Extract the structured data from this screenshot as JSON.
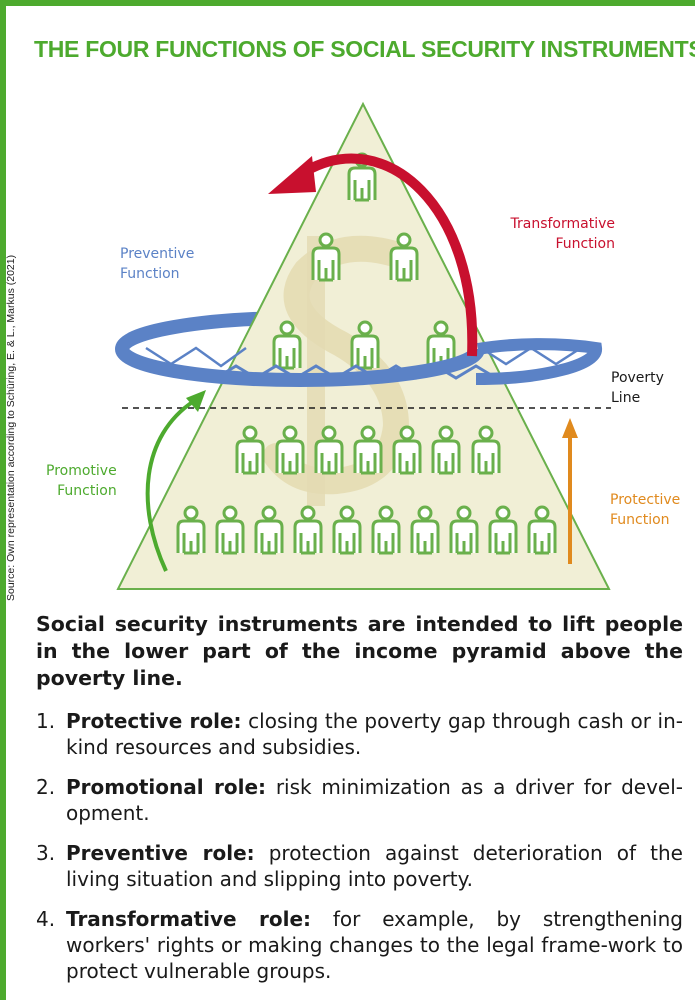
{
  "title": "THE FOUR FUNCTIONS OF SOCIAL SECURITY INSTRUMENTS",
  "source": "Source: Own representation according to Schüring, E. & L., Markus (2021)",
  "diagram": {
    "preventive_label": [
      "Preventive",
      "Function"
    ],
    "transformative_label": [
      "Transformative",
      "Function"
    ],
    "poverty_line_label": [
      "Poverty",
      "Line"
    ],
    "promotive_label": [
      "Promotive",
      "Function"
    ],
    "protective_label": [
      "Protective",
      "Function"
    ],
    "people_rows": [
      1,
      2,
      3,
      7,
      10
    ],
    "colors": {
      "preventive": "#5b82c6",
      "transformative": "#c8102e",
      "promotive": "#4daa2e",
      "protective": "#e08a1e",
      "pyramid_fill": "#f1efd6",
      "people": "#6ab04c"
    }
  },
  "lead": "Social security instruments are intended to lift people in the lower part of the income pyramid above the poverty line.",
  "items": [
    {
      "num": "1.",
      "term": "Protective role:",
      "text": " closing the poverty gap through cash or in-kind resources and subsidies."
    },
    {
      "num": "2.",
      "term": "Promotional role:",
      "text": " risk minimization as a driver for devel-opment."
    },
    {
      "num": "3.",
      "term": "Preventive role:",
      "text": " protection against deterioration of the living situation and slipping into poverty."
    },
    {
      "num": "4.",
      "term": "Transformative role:",
      "text": " for example, by strengthening workers' rights or making changes to the legal frame-work to protect vulnerable groups."
    }
  ]
}
